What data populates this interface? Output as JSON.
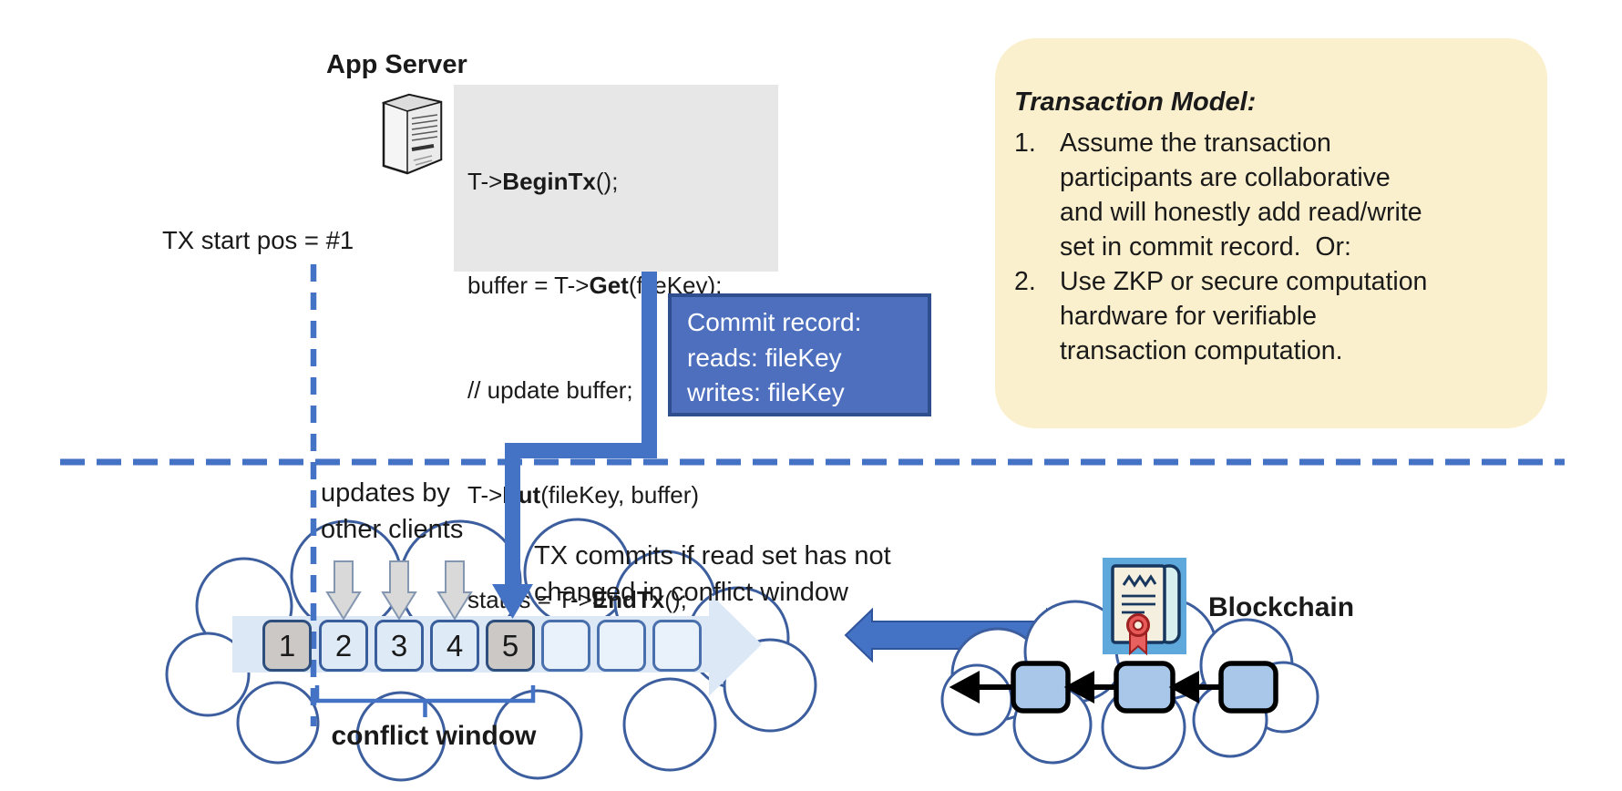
{
  "colors": {
    "accent_blue": "#4472C4",
    "dark_blue_border": "#2F4E8E",
    "commit_box_fill": "#4D6FBE",
    "panel_yellow": "#FBF0CD",
    "code_background": "#E8E7E7",
    "cloud_outline": "#3C5E9E",
    "band_light_blue": "#DCE8F6",
    "slot_light_fill": "#DEEBF7",
    "slot_gray_fill": "#CBC8C5",
    "block_fill": "#A9C7E9",
    "contract_icon_bg": "#5FA8DC",
    "seal_red": "#E85959"
  },
  "app_server": {
    "title": "App Server"
  },
  "code_block": {
    "lines": [
      {
        "pre": "T->",
        "bold": "BeginTx",
        "post": "();"
      },
      {
        "pre": "buffer = T->",
        "bold": "Get",
        "post": "(fileKey);"
      },
      {
        "pre": "// update buffer;",
        "bold": "",
        "post": ""
      },
      {
        "pre": "T->",
        "bold": "Put",
        "post": "(fileKey, buffer)"
      },
      {
        "pre": "status = T->",
        "bold": "EndTx",
        "post": "();"
      }
    ]
  },
  "tx_start_label": "TX start pos = #1",
  "commit_record": {
    "line1": "Commit record:",
    "line2": "reads: fileKey",
    "line3": "writes: fileKey"
  },
  "transaction_model": {
    "title": "Transaction Model:",
    "item1": {
      "num": "1.",
      "line1": "Assume the transaction",
      "line2": "participants are collaborative",
      "line3": "and will honestly add read/write",
      "line4": "set in commit record.  Or:"
    },
    "item2": {
      "num": "2.",
      "line1": "Use ZKP or secure computation",
      "line2": "hardware for verifiable",
      "line3": "transaction computation."
    }
  },
  "timeline": {
    "slots": [
      "1",
      "2",
      "3",
      "4",
      "5",
      "",
      "",
      ""
    ],
    "updates_label": {
      "line1": "updates by",
      "line2": "other clients"
    },
    "commit_note": {
      "line1": "TX commits if read set has not",
      "line2": "changed in conflict window"
    },
    "conflict_window_label": "conflict window"
  },
  "blockchain": {
    "label": "Blockchain"
  }
}
